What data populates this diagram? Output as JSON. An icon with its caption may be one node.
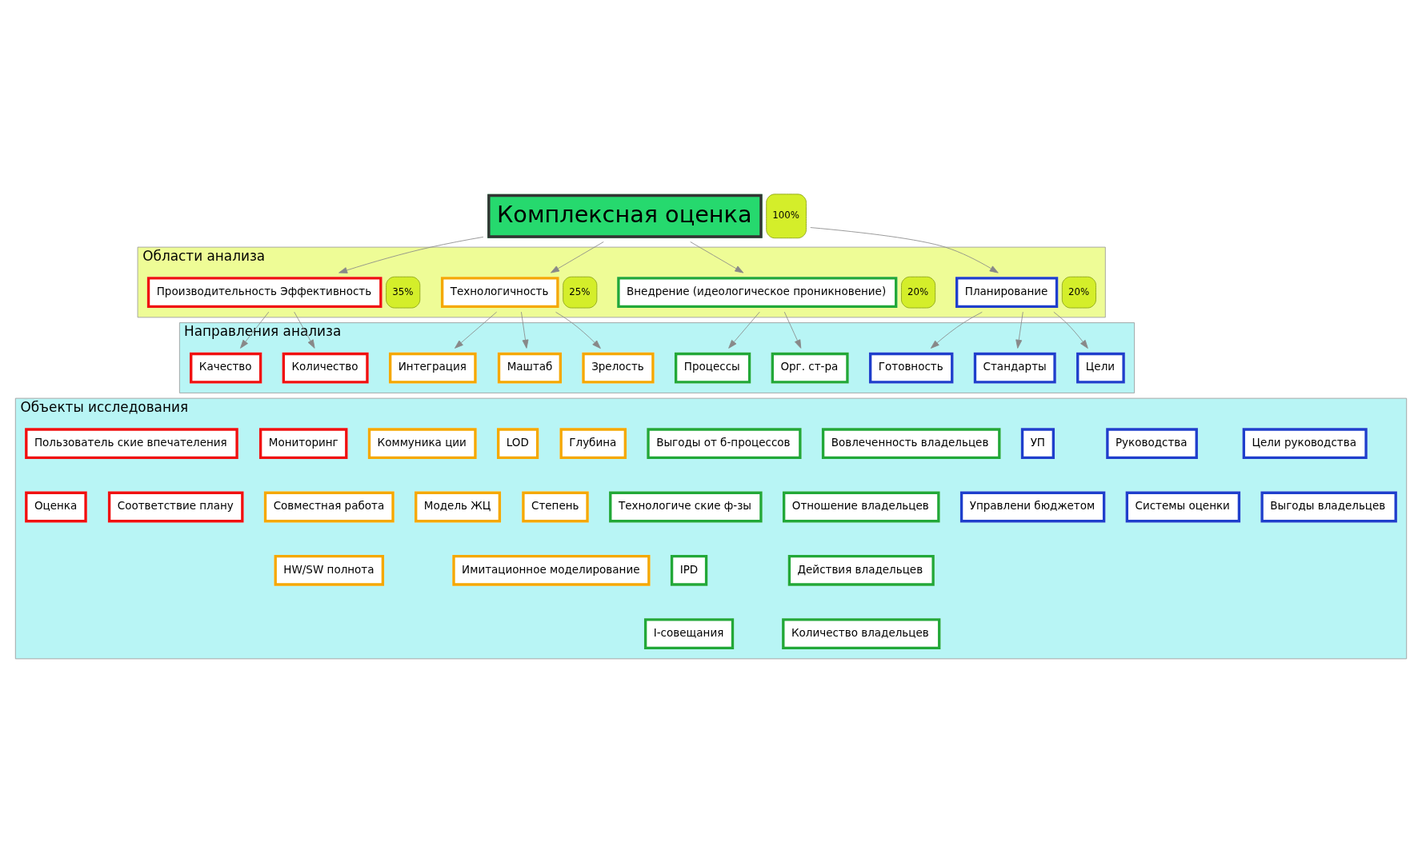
{
  "diagram": {
    "nodes": [
      {
        "text": [
          "Комплексная оценка"
        ],
        "beside": [
          "100%"
        ]
      },
      {
        "text": [
          "Области анализа"
        ]
      },
      {
        "text": [
          "Планирование"
        ],
        "in": 1,
        "beside": [
          "20%"
        ]
      },
      {
        "text": [
          "Внедрение (идеологическое проникновение)"
        ],
        "in": 1,
        "beside": [
          "20%"
        ]
      },
      {
        "text": [
          "Технологичность"
        ],
        "in": 1,
        "beside": [
          "25%"
        ]
      },
      {
        "text": [
          "Производительность Эффективность"
        ],
        "in": 1,
        "beside": [
          "35%"
        ]
      },
      {
        "text": [
          "Направления анализа"
        ]
      },
      {
        "text": [
          "Цели"
        ],
        "in": 6
      },
      {
        "text": [
          "Стандарты"
        ],
        "in": 6
      },
      {
        "text": [
          "Готовность"
        ],
        "in": 6
      },
      {
        "text": [
          "Орг. ст-ра"
        ],
        "in": 6
      },
      {
        "text": [
          "Процессы"
        ],
        "in": 6
      },
      {
        "text": [
          "Зрелость"
        ],
        "in": 6
      },
      {
        "text": [
          "Маштаб"
        ],
        "in": 6
      },
      {
        "text": [
          "Интеграция"
        ],
        "in": 6
      },
      {
        "text": [
          "Количество"
        ],
        "in": 6
      },
      {
        "text": [
          "Качество"
        ],
        "in": 6
      },
      {
        "text": [
          "Объекты исследования"
        ]
      },
      {
        "text": [
          "Цели руководства"
        ],
        "in": 17
      },
      {
        "text": [
          "Руководства"
        ],
        "in": 17
      },
      {
        "text": [
          "УП"
        ],
        "in": 17
      },
      {
        "text": [
          "Выгоды владельцев"
        ],
        "in": 17
      },
      {
        "text": [
          "Системы оценки"
        ],
        "in": 17
      },
      {
        "text": [
          "Управлени бюджетом"
        ],
        "in": 17
      },
      {
        "text": [
          "Вовлеченность владельцев"
        ],
        "in": 17
      },
      {
        "text": [
          "Выгоды от б-процессов"
        ],
        "in": 17
      },
      {
        "text": [
          "Отношение владельцев"
        ],
        "in": 17
      },
      {
        "text": [
          "Технологиче ские ф-зы"
        ],
        "in": 17
      },
      {
        "text": [
          "Действия владельцев"
        ],
        "in": 17
      },
      {
        "text": [
          "IPD"
        ],
        "in": 17
      },
      {
        "text": [
          "Количество владельцев"
        ],
        "in": 17
      },
      {
        "text": [
          "I-совещания"
        ],
        "in": 17
      },
      {
        "text": [
          "Глубина"
        ],
        "in": 17
      },
      {
        "text": [
          "LOD"
        ],
        "in": 17
      },
      {
        "text": [
          "Коммуника ции"
        ],
        "in": 17
      },
      {
        "text": [
          "Степень"
        ],
        "in": 17
      },
      {
        "text": [
          "Модель ЖЦ"
        ],
        "in": 17
      },
      {
        "text": [
          "Совместная работа"
        ],
        "in": 17
      },
      {
        "text": [
          "HW/SW полнота"
        ],
        "in": 17
      },
      {
        "text": [
          "Имитационное моделирование"
        ],
        "in": 17
      },
      {
        "text": [
          "Мониторинг"
        ],
        "in": 17
      },
      {
        "text": [
          "Пользователь ские впечателения"
        ],
        "in": 17
      },
      {
        "text": [
          "Соответствие плану"
        ],
        "in": 17
      },
      {
        "text": [
          "Оценка"
        ],
        "in": 17
      }
    ],
    "edges": [
      {
        "from": 0,
        "to": 2,
        "arrow": "to"
      },
      {
        "from": 0,
        "to": 3,
        "arrow": "to"
      },
      {
        "from": 0,
        "to": 4,
        "arrow": "to"
      },
      {
        "from": 0,
        "to": 5,
        "arrow": "to"
      },
      {
        "from": 2,
        "to": 7,
        "arrow": "to"
      },
      {
        "from": 2,
        "to": 8,
        "arrow": "to"
      },
      {
        "from": 2,
        "to": 9,
        "arrow": "to"
      },
      {
        "from": 3,
        "to": 10,
        "arrow": "to"
      },
      {
        "from": 3,
        "to": 11,
        "arrow": "to"
      },
      {
        "from": 4,
        "to": 12,
        "arrow": "to"
      },
      {
        "from": 4,
        "to": 13,
        "arrow": "to"
      },
      {
        "from": 4,
        "to": 14,
        "arrow": "to"
      },
      {
        "from": 5,
        "to": 15,
        "arrow": "to"
      },
      {
        "from": 5,
        "to": 16,
        "arrow": "to"
      }
    ]
  }
}
